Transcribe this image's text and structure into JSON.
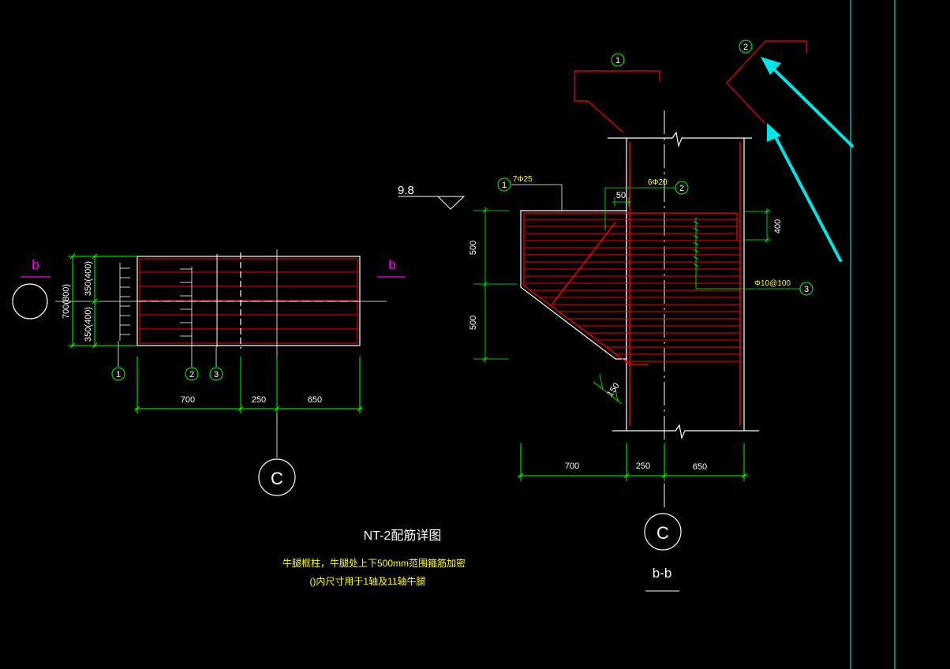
{
  "drawing": {
    "title": "NT-2配筋详图",
    "notes": [
      "牛腿框柱，牛腿处上下500mm范围箍筋加密",
      "()内尺寸用于1轴及11轴牛腿"
    ]
  },
  "plan_view": {
    "section_mark_left": "b",
    "section_mark_right": "b",
    "axis_label": "C",
    "dims_vertical": [
      "350(400)",
      "350(400)",
      "700(800)"
    ],
    "dims_horizontal": [
      "700",
      "250",
      "650"
    ],
    "bar_marks": [
      "1",
      "2",
      "3"
    ]
  },
  "section_view": {
    "elevation": "9.8",
    "bar1": "7Φ25",
    "bar2": "6Φ20",
    "bar3": "Φ10@100",
    "dim_top": "50",
    "dim_right": "400",
    "dims_vertical": [
      "500",
      "500"
    ],
    "dim_diag": "150",
    "dims_horizontal": [
      "700",
      "250",
      "650"
    ],
    "axis_label": "C",
    "section_title": "b-b",
    "marks": [
      "1",
      "2",
      "3"
    ]
  },
  "detail_marks": [
    "1",
    "2"
  ],
  "colors": {
    "background": "#000000",
    "rebar": "#ff0000",
    "dimension": "#00ff00",
    "outline": "#ffffff",
    "text_note": "#ffff00",
    "section_mark": "#ff00ff",
    "annotation_arrow": "#00e5e5",
    "frame": "#00ffff"
  }
}
